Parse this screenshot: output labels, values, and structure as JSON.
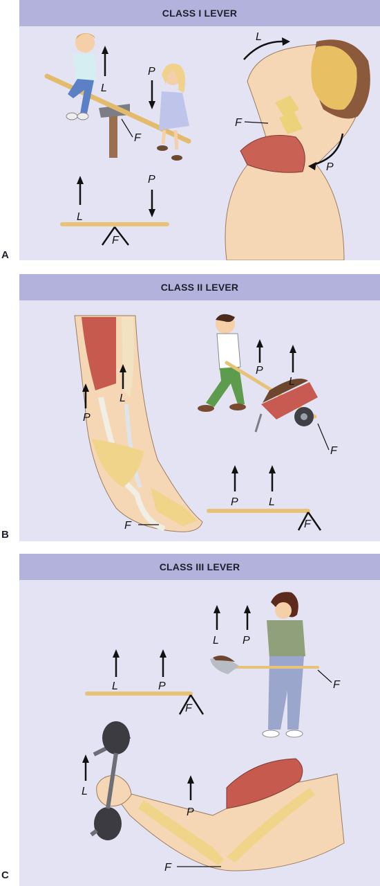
{
  "panels": [
    {
      "letter": "A",
      "title": "CLASS I LEVER",
      "labels": {
        "seesaw_L": "L",
        "seesaw_P": "P",
        "seesaw_F": "F",
        "lever_L": "L",
        "lever_P": "P",
        "lever_F": "F",
        "head_L": "L",
        "head_P": "P",
        "head_F": "F"
      }
    },
    {
      "letter": "B",
      "title": "CLASS II LEVER",
      "labels": {
        "foot_P": "P",
        "foot_L": "L",
        "foot_F": "F",
        "barrow_P": "P",
        "barrow_L": "L",
        "barrow_F": "F",
        "lever_P": "P",
        "lever_L": "L",
        "lever_F": "F"
      }
    },
    {
      "letter": "C",
      "title": "CLASS III LEVER",
      "labels": {
        "lever_L": "L",
        "lever_P": "P",
        "lever_F": "F",
        "shovel_L": "L",
        "shovel_P": "P",
        "shovel_F": "F",
        "arm_L": "L",
        "arm_P": "P",
        "arm_F": "F"
      }
    }
  ],
  "colors": {
    "panel_bg": "#e4e3f3",
    "header_bg": "#b3b2dc",
    "lever_bar": "#e8c277",
    "skin": "#f6d7b5",
    "muscle": "#c65a4f",
    "bone": "#efd48a"
  }
}
